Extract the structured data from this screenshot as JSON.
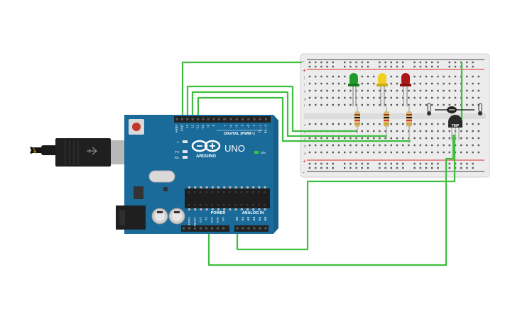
{
  "arduino": {
    "brand": "UNO",
    "logo_text": "ARDUINO",
    "header_digital": "DIGITAL (PWM~)",
    "header_power": "POWER",
    "header_analog": "ANALOG IN",
    "on_label": "ON",
    "l_label": "L",
    "tx_label": "TX",
    "rx_label": "RX",
    "pins_top": [
      "AREF",
      "GND",
      "13",
      "12",
      "~11",
      "~10",
      "~9",
      "8",
      "7",
      "~6",
      "~5",
      "4",
      "~3",
      "2",
      "TX→1",
      "RX←0"
    ],
    "pins_power": [
      "IOREF",
      "RESET",
      "3.3V",
      "5V",
      "GND",
      "GND",
      "VIN"
    ],
    "pins_analog": [
      "A0",
      "A1",
      "A2",
      "A3",
      "A4",
      "A5"
    ]
  },
  "breadboard": {
    "rail_plus": "+",
    "rail_minus": "-",
    "row_letters_top": [
      "j",
      "i",
      "h",
      "g",
      "f"
    ],
    "row_letters_bottom": [
      "e",
      "d",
      "c",
      "b",
      "a"
    ]
  },
  "components": {
    "led_green_color": "#1e9b2a",
    "led_yellow_color": "#f0d020",
    "led_red_color": "#b01515",
    "sensor_label": "TMP",
    "wire_color": "#3fbf3f",
    "board_color": "#1a6b9a"
  }
}
